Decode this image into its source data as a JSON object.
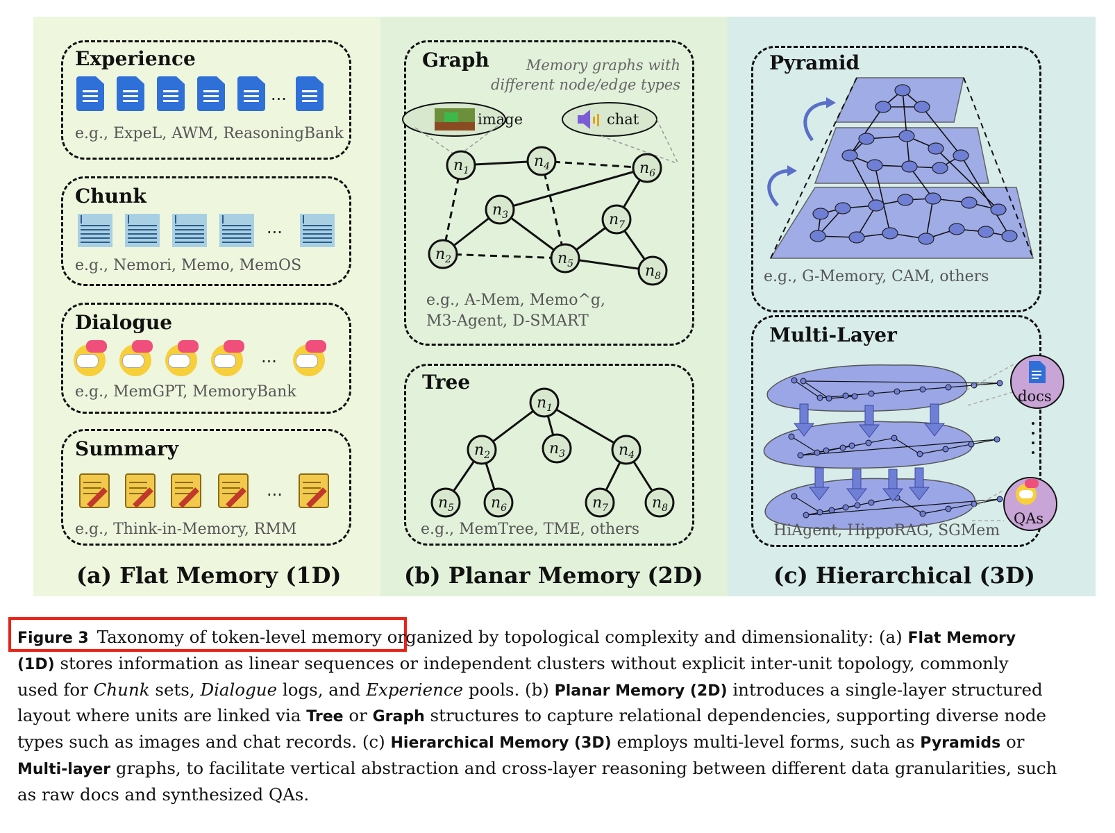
{
  "panels": {
    "flat": {
      "label": "(a) Flat Memory (1D)",
      "boxes": {
        "experience": {
          "title": "Experience",
          "examples": "e.g., ExpeL, AWM, ReasoningBank"
        },
        "chunk": {
          "title": "Chunk",
          "examples": "e.g., Nemori, Memo, MemOS"
        },
        "dialogue": {
          "title": "Dialogue",
          "examples": "e.g., MemGPT, MemoryBank"
        },
        "summary": {
          "title": "Summary",
          "examples": "e.g., Think-in-Memory, RMM"
        }
      },
      "ellipsis": "..."
    },
    "planar": {
      "label": "(b) Planar Memory (2D)",
      "graph": {
        "title": "Graph",
        "note_line1": "Memory graphs with",
        "note_line2": "different node/edge types",
        "image_tag": "image",
        "chat_tag": "chat",
        "examples_line1": "e.g., A-Mem, Memo^g,",
        "examples_line2": "M3-Agent, D-SMART",
        "nodes": [
          "n1",
          "n2",
          "n3",
          "n4",
          "n5",
          "n6",
          "n7",
          "n8"
        ]
      },
      "tree": {
        "title": "Tree",
        "examples": "e.g., MemTree, TME, others",
        "nodes": [
          "n1",
          "n2",
          "n3",
          "n4",
          "n5",
          "n6",
          "n7",
          "n8"
        ]
      }
    },
    "hierarchical": {
      "label": "(c) Hierarchical (3D)",
      "pyramid": {
        "title": "Pyramid",
        "examples": "e.g., G-Memory, CAM, others"
      },
      "multilayer": {
        "title": "Multi-Layer",
        "docs_tag": "docs",
        "qas_tag": "QAs",
        "examples": "HiAgent, HippoRAG, SGMem"
      }
    }
  },
  "caption": {
    "figure_label": "Figure 3",
    "highlighted_text": "Taxonomy of token-level memory",
    "line1_rest": " organized by topological complexity and dimensionality: (a) ",
    "line1_bold": "Flat Memory",
    "line2_bold": "(1D)",
    "line2_rest": " stores information as linear sequences or independent clusters without explicit inter-unit topology, commonly",
    "line3_a": "used for ",
    "line3_i1": "Chunk",
    "line3_b": " sets, ",
    "line3_i2": "Dialogue",
    "line3_c": " logs, and ",
    "line3_i3": "Experience",
    "line3_d": " pools. (b) ",
    "line3_bold": "Planar Memory (2D)",
    "line3_e": " introduces a single-layer structured",
    "line4_a": "layout where units are linked via ",
    "line4_b1": "Tree",
    "line4_b": " or ",
    "line4_b2": "Graph",
    "line4_c": " structures to capture relational dependencies, supporting diverse node",
    "line5_a": "types such as images and chat records. (c) ",
    "line5_b1": "Hierarchical Memory (3D)",
    "line5_b": " employs multi-level forms, such as ",
    "line5_b2": "Pyramids",
    "line5_c": " or",
    "line6_b1": "Multi-layer",
    "line6_a": " graphs, to facilitate vertical abstraction and cross-layer reasoning between different data granularities, such",
    "line7": "as raw docs and synthesized QAs."
  },
  "colors": {
    "flat_bg": "#eef6de",
    "planar_bg": "#e2f1da",
    "hier_bg": "#d8ecea",
    "node_fill": "#d7e8cf",
    "layer_fill": "#9aa6e6",
    "highlight": "#e8231b",
    "doc_blue": "#2f6fd8"
  },
  "icons": {
    "experience": "document-icon",
    "chunk": "text-block-icon",
    "dialogue": "chat-bubble-icon",
    "summary": "note-pencil-icon"
  }
}
